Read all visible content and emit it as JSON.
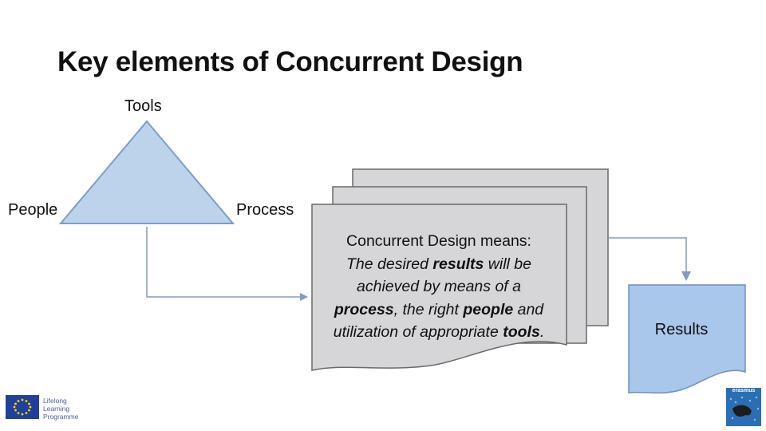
{
  "slide": {
    "title": "Key elements of Concurrent Design"
  },
  "triangle": {
    "top_label": "Tools",
    "left_label": "People",
    "right_label": "Process",
    "fill": "#bcd3ec",
    "stroke": "#7e9cc6"
  },
  "document": {
    "line1": "Concurrent Design means:",
    "line2_pre": "The desired ",
    "line2_bold": "results",
    "line2_post": " will be",
    "line3": "achieved by means of a",
    "line4_bold1": "process",
    "line4_mid": ", the right ",
    "line4_bold2": "people",
    "line4_post": " and",
    "line5_pre": "utilization of appropriate ",
    "line5_bold": "tools",
    "line5_post": ".",
    "fill": "#d6d6d8",
    "stroke": "#7e9cc6"
  },
  "results": {
    "label": "Results",
    "fill": "#a9c7ea",
    "stroke": "#6f90c2"
  },
  "logos": {
    "lifelong_learning": "Lifelong\nLearning\nProgramme",
    "erasmus": "erasmus"
  },
  "colors": {
    "arrow": "#7e9cc6"
  }
}
